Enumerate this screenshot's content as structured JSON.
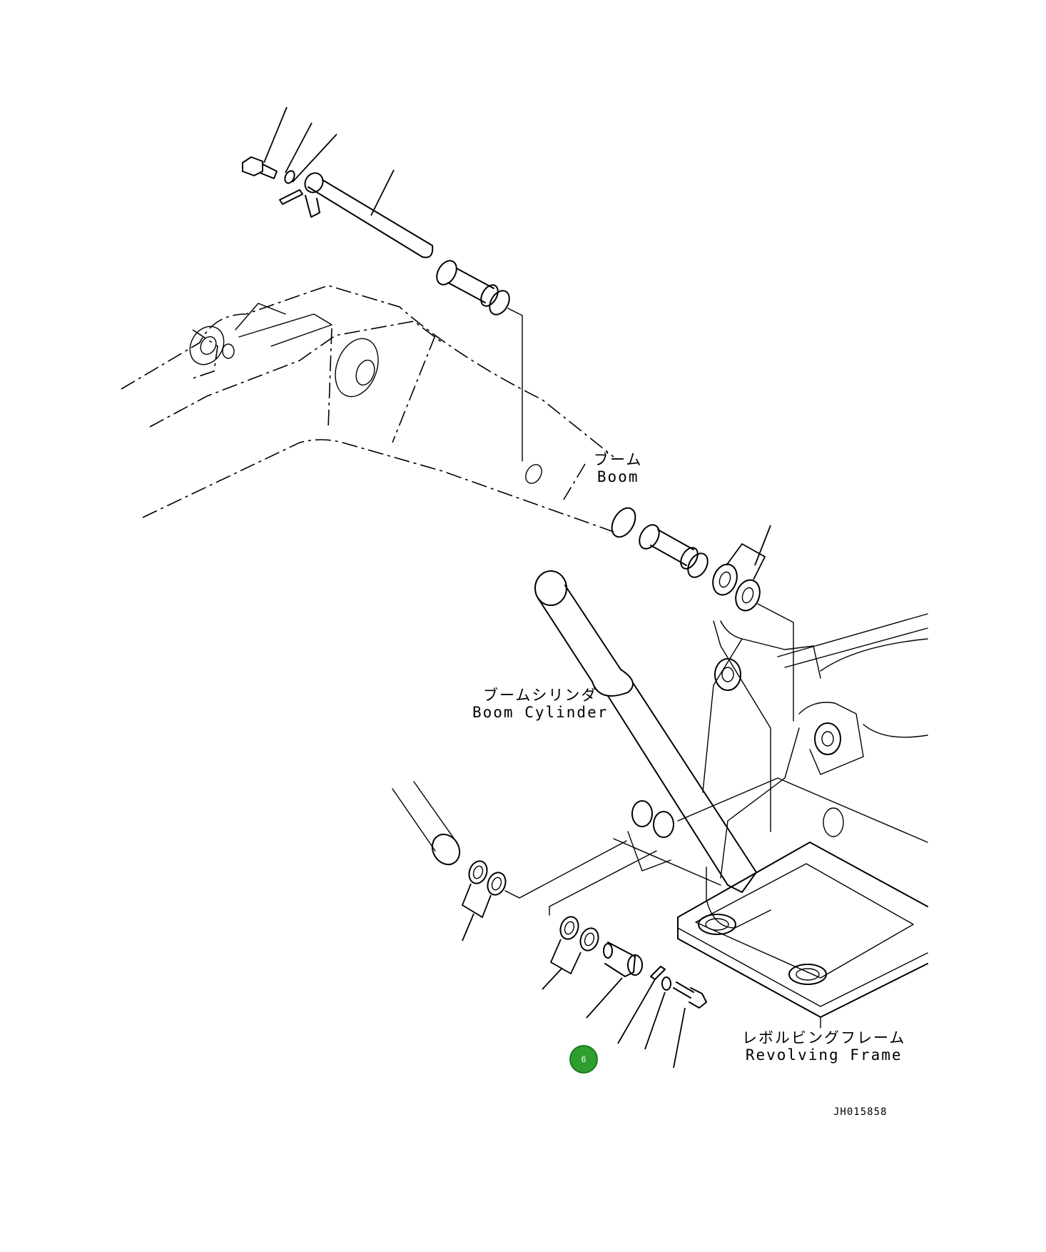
{
  "labels": {
    "boom_jp": "ブーム",
    "boom_en": "Boom",
    "boom_cylinder_jp": "ブームシリンダ",
    "boom_cylinder_en": "Boom Cylinder",
    "revolving_frame_jp": "レボルビングフレーム",
    "revolving_frame_en": "Revolving Frame"
  },
  "drawing_code": "JH015858",
  "callout": {
    "number": "6",
    "color": "#2e9e2e",
    "text_color": "#ffffff"
  }
}
